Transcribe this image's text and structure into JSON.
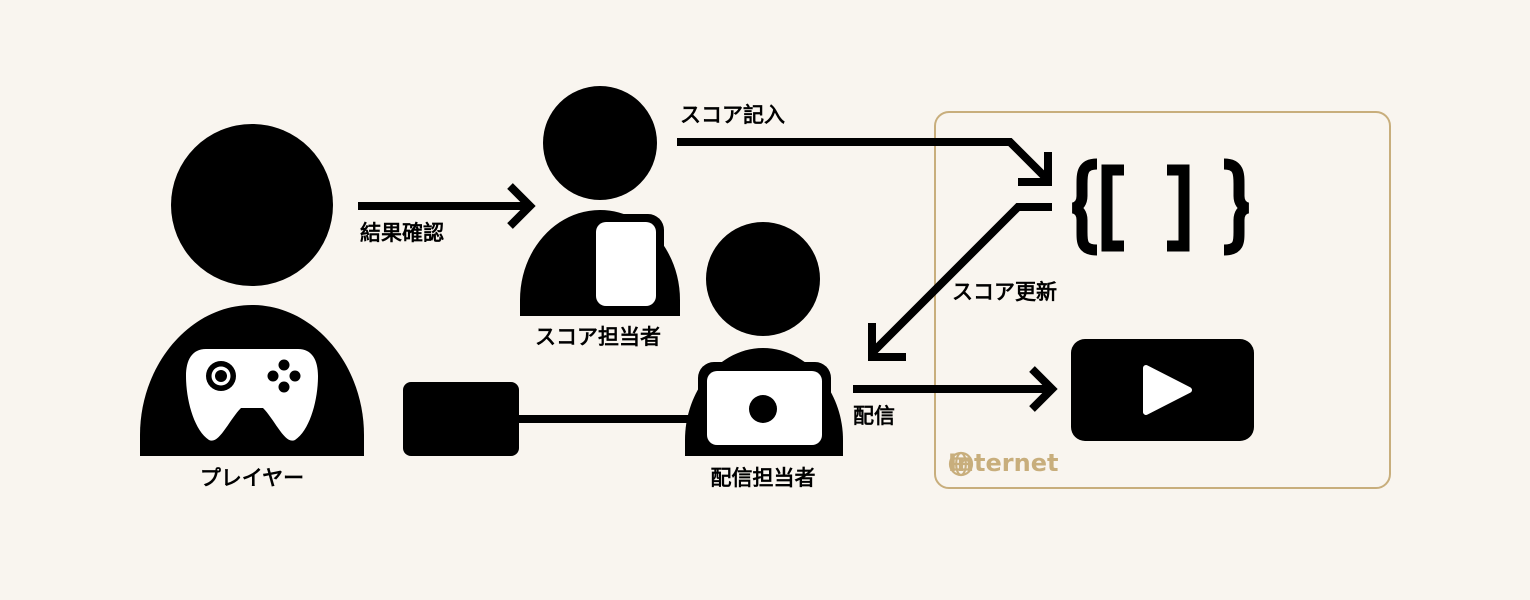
{
  "nodes": {
    "player": {
      "label": "プレイヤー"
    },
    "score_staff": {
      "label": "スコア担当者"
    },
    "stream_staff": {
      "label": "配信担当者"
    }
  },
  "edges": {
    "check_result": "結果確認",
    "score_input": "スコア記入",
    "score_update": "スコア更新",
    "stream": "配信"
  },
  "internet": {
    "label": "Internet",
    "icon": "globe-icon",
    "color": "#c8ae7c"
  },
  "colors": {
    "background": "#f9f5ef",
    "ink": "#000000",
    "accent": "#c8ae7c"
  }
}
